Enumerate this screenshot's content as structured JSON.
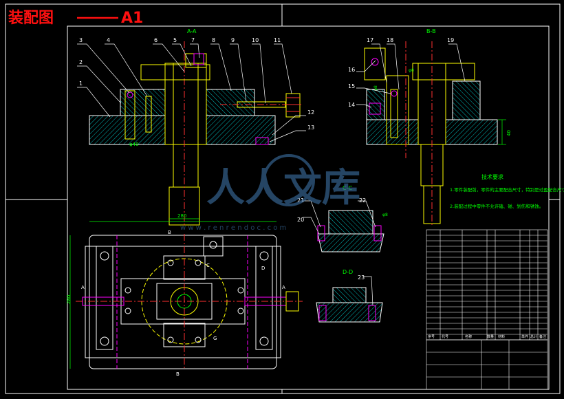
{
  "title": {
    "chinese": "装配图",
    "sheet": "A1"
  },
  "views": {
    "aa": "A-A",
    "bb": "B-B",
    "cc": "C-C",
    "dd": "D-D"
  },
  "part_numbers": [
    "1",
    "2",
    "3",
    "4",
    "5",
    "6",
    "7",
    "8",
    "9",
    "10",
    "11",
    "12",
    "13",
    "14",
    "15",
    "16",
    "17",
    "18",
    "19",
    "20",
    "21",
    "22",
    "23"
  ],
  "dimensions": {
    "aa_bottom": "φ40",
    "aa_width": "280",
    "bb_height": "40",
    "bb_dia1": "φ8",
    "bb_dia2": "φ8",
    "cc_dia": "φ8",
    "plan_height": "280"
  },
  "plan_markers": {
    "b_top": "B",
    "b_bottom": "B",
    "a_left": "A",
    "a_right": "A",
    "c_label": "C",
    "d_label": "D",
    "g_label": "G"
  },
  "tech_requirements": {
    "heading": "技术要求",
    "items": [
      "1.零件装配前，零件的主要配合尺寸，特别是过盈配合尺寸及相关精度进行复查。",
      "2.装配过程中零件不允许磕、碰、划伤和锈蚀。"
    ]
  },
  "watermark": {
    "text": "人人文库",
    "url": "w w w . r e n r e n d o c . c o m"
  },
  "bom_header": [
    "序号",
    "代号",
    "名称",
    "数量",
    "材料",
    "单件",
    "总计",
    "备注"
  ],
  "colors": {
    "background": "#000000",
    "outline": "#ffffff",
    "part": "#ffff00",
    "dimension": "#00ff00",
    "hatch": "#00ffff",
    "centerline": "#ff0000",
    "title": "#ff0000",
    "highlight": "#ff00ff",
    "watermark": "#3a6a9a"
  }
}
